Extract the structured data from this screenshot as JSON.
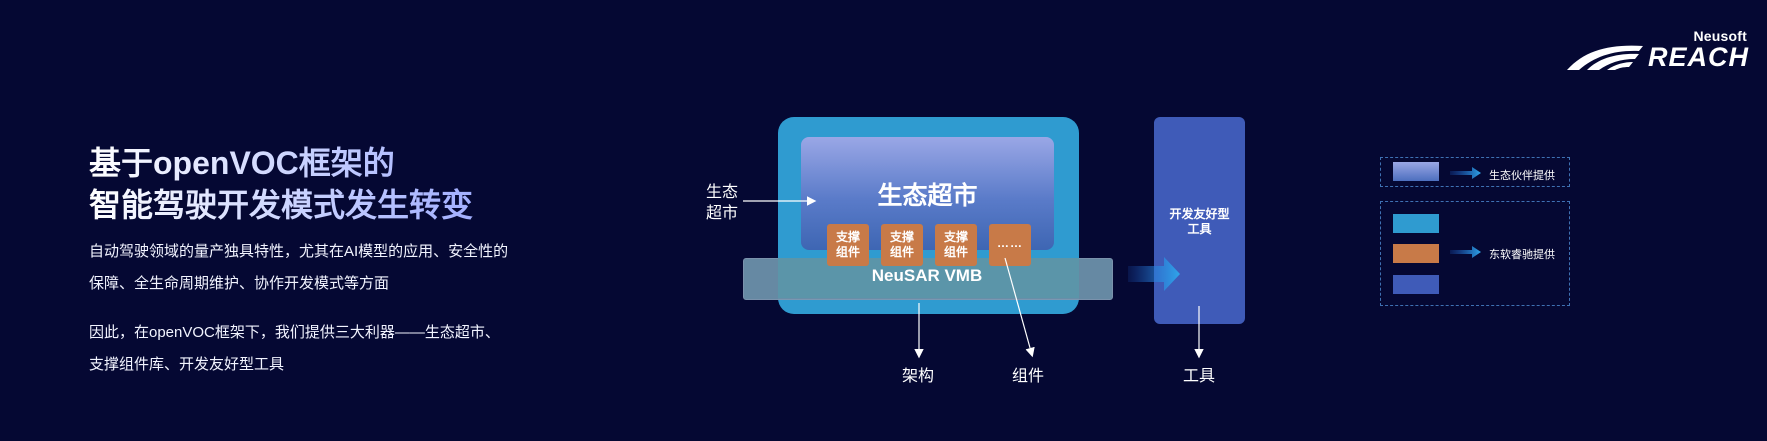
{
  "brand": {
    "small": "Neusoft",
    "big": "REACH"
  },
  "heading": {
    "line1": "基于openVOC框架的",
    "line2": "智能驾驶开发模式发生转变"
  },
  "paragraphs": [
    {
      "line1": "自动驾驶领域的量产独具特性，尤其在AI模型的应用、安全性的",
      "line2": "保障、全生命周期维护、协作开发模式等方面"
    },
    {
      "line1": "因此，在openVOC框架下，我们提供三大利器——生态超市、",
      "line2": "支撑组件库、开发友好型工具"
    }
  ],
  "diagram": {
    "ecosystem_label_line1": "生态",
    "ecosystem_label_line2": "超市",
    "ecosystem_title": "生态超市",
    "components": [
      {
        "line1": "支撑",
        "line2": "组件"
      },
      {
        "line1": "支撑",
        "line2": "组件"
      },
      {
        "line1": "支撑",
        "line2": "组件"
      },
      {
        "line1": "……",
        "line2": ""
      }
    ],
    "platform_label": "NeuSAR VMB",
    "tool_title_line1": "开发友好型",
    "tool_title_line2": "工具",
    "bottom_labels": {
      "architecture": "架构",
      "component": "组件",
      "tool": "工具"
    }
  },
  "legend": {
    "ecosystem_partner": "生态伙伴提供",
    "neusoft_provided": "东软睿驰提供"
  },
  "colors": {
    "background": "#050833",
    "outer_box": "#2f9bd0",
    "component": "#c87a48",
    "tool_box": "#3f5bb8",
    "arrow": "#2f9fe6"
  }
}
